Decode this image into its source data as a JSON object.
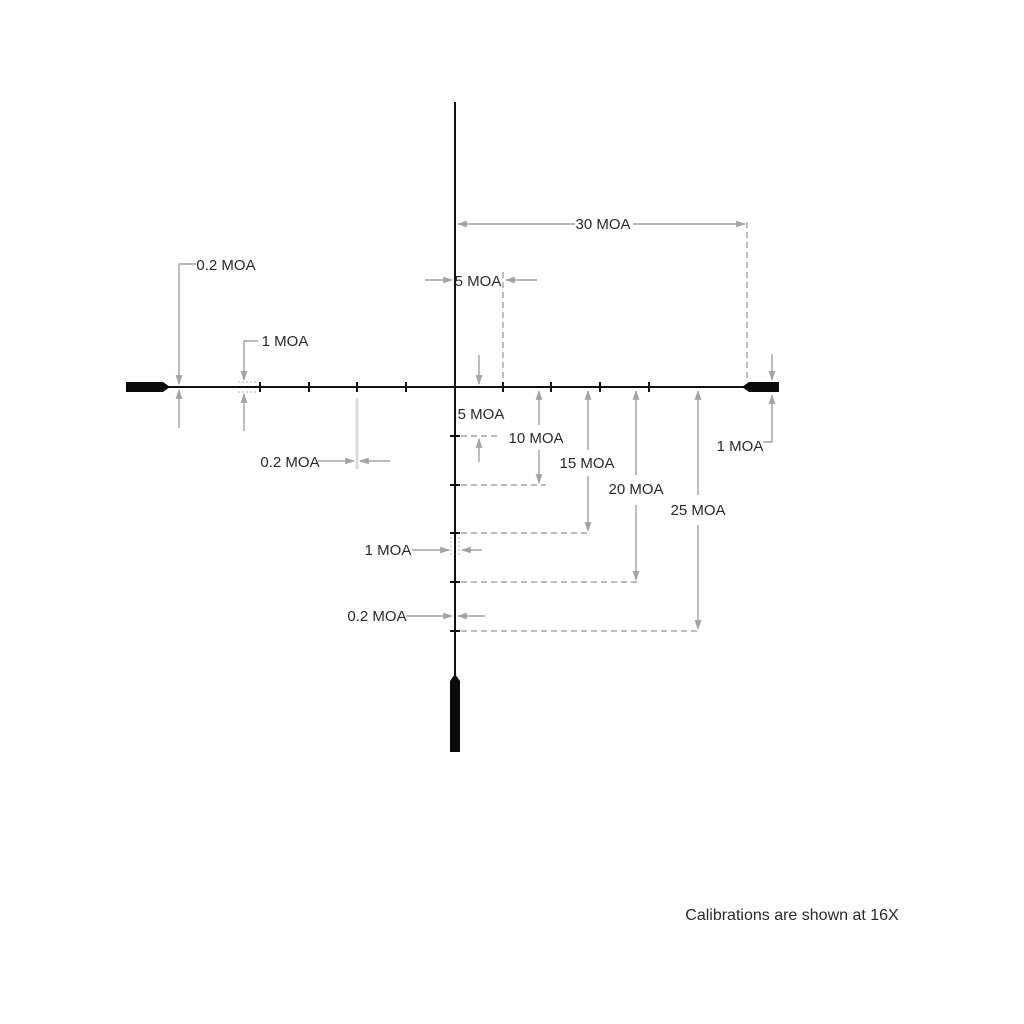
{
  "diagram": {
    "title": "Reticle subtension diagram",
    "labels": {
      "h30": "30 MOA",
      "top5": "5 MOA",
      "below5": "5 MOA",
      "v10": "10 MOA",
      "v15": "15 MOA",
      "v20": "20 MOA",
      "v25": "25 MOA",
      "right1": "1 MOA",
      "leftTop02": "0.2 MOA",
      "left1": "1 MOA",
      "leftLow02": "0.2 MOA",
      "vert1": "1 MOA",
      "vert02": "0.2 MOA"
    },
    "footnote": "Calibrations are shown at 16X",
    "colors": {
      "reticle": "#111111",
      "dimension": "#a3a3a3",
      "text": "#2a2a2a"
    }
  }
}
